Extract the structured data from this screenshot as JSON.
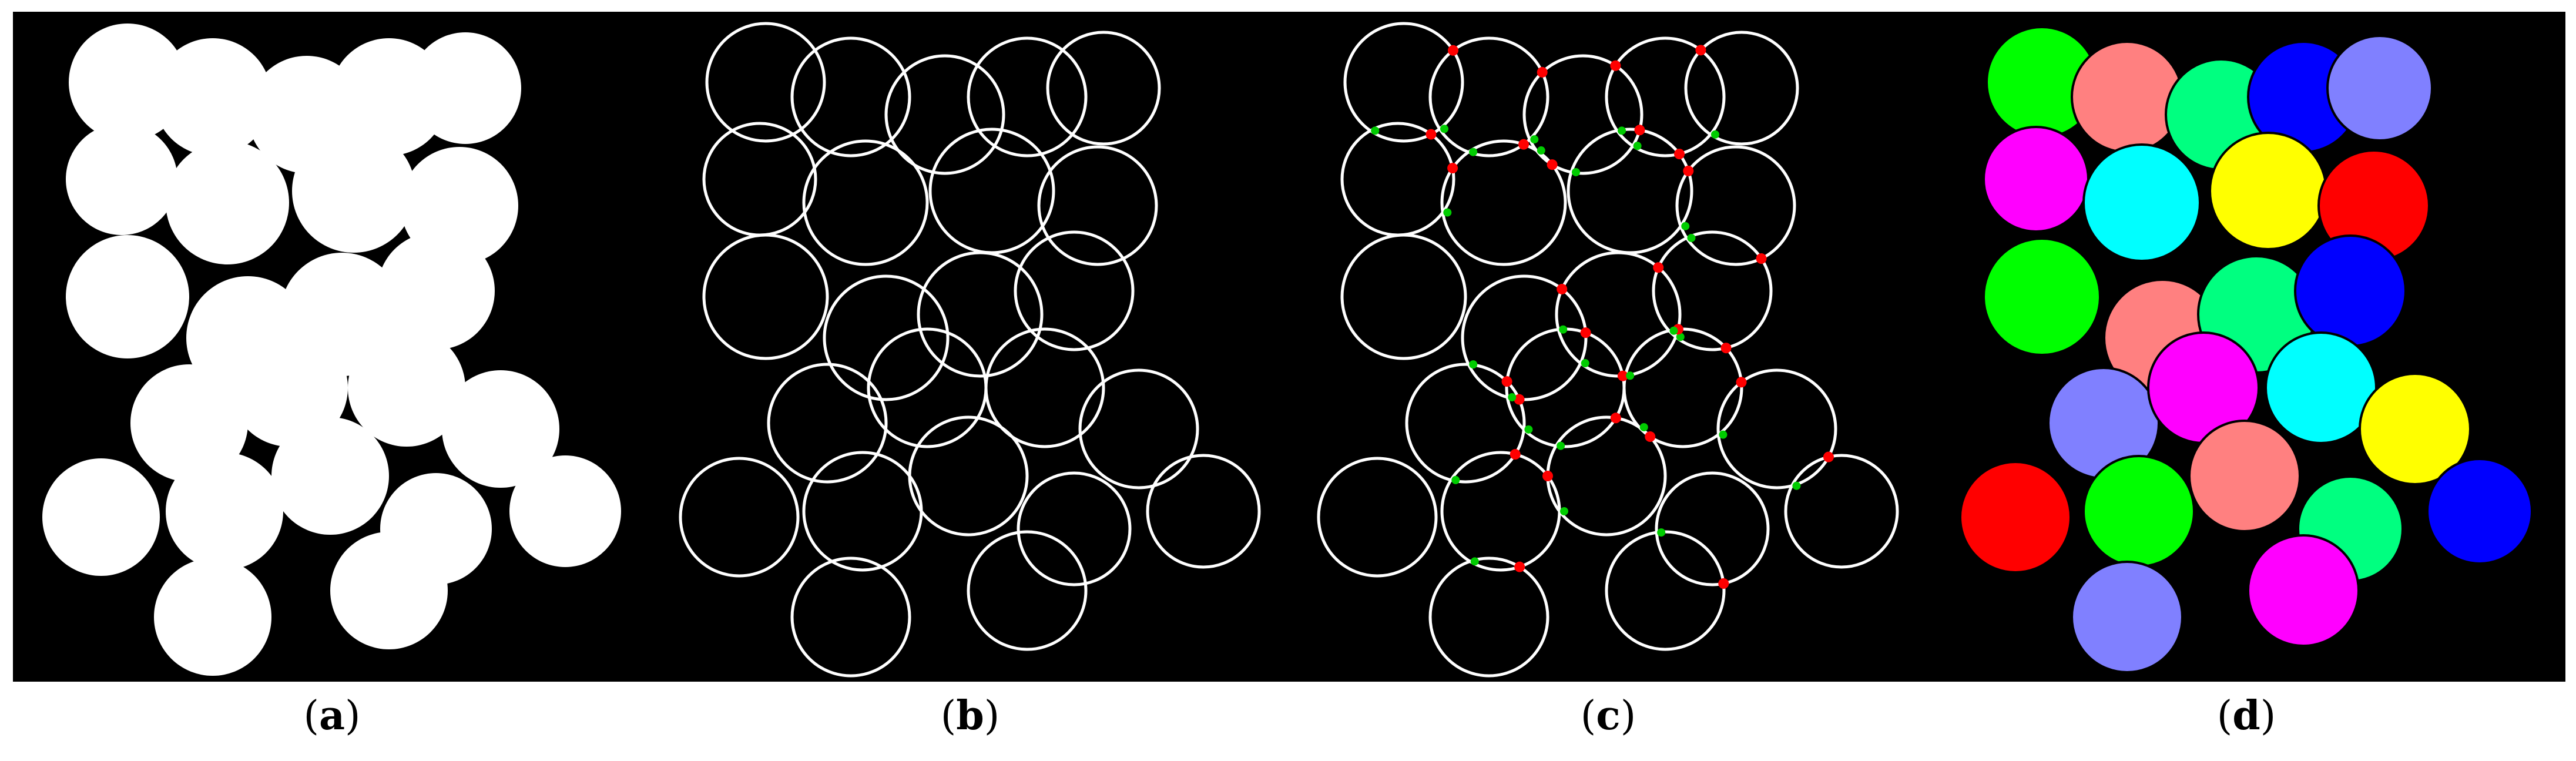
{
  "figure": {
    "background_color": "#000000",
    "panels": [
      {
        "id": "a",
        "label": "a",
        "content": "binary-mask"
      },
      {
        "id": "b",
        "label": "b",
        "content": "contours"
      },
      {
        "id": "c",
        "label": "c",
        "content": "contours-with-concave-points"
      },
      {
        "id": "d",
        "label": "d",
        "content": "segmented-particles"
      }
    ],
    "marker_colors": {
      "concave_point": "#ff0000",
      "pair_point": "#00cc00"
    },
    "segment_colors": [
      "#00ff00",
      "#ff8080",
      "#00ff80",
      "#0000ff",
      "#8080ff",
      "#ff00ff",
      "#00ffff",
      "#ffff00",
      "#ff0000"
    ]
  }
}
